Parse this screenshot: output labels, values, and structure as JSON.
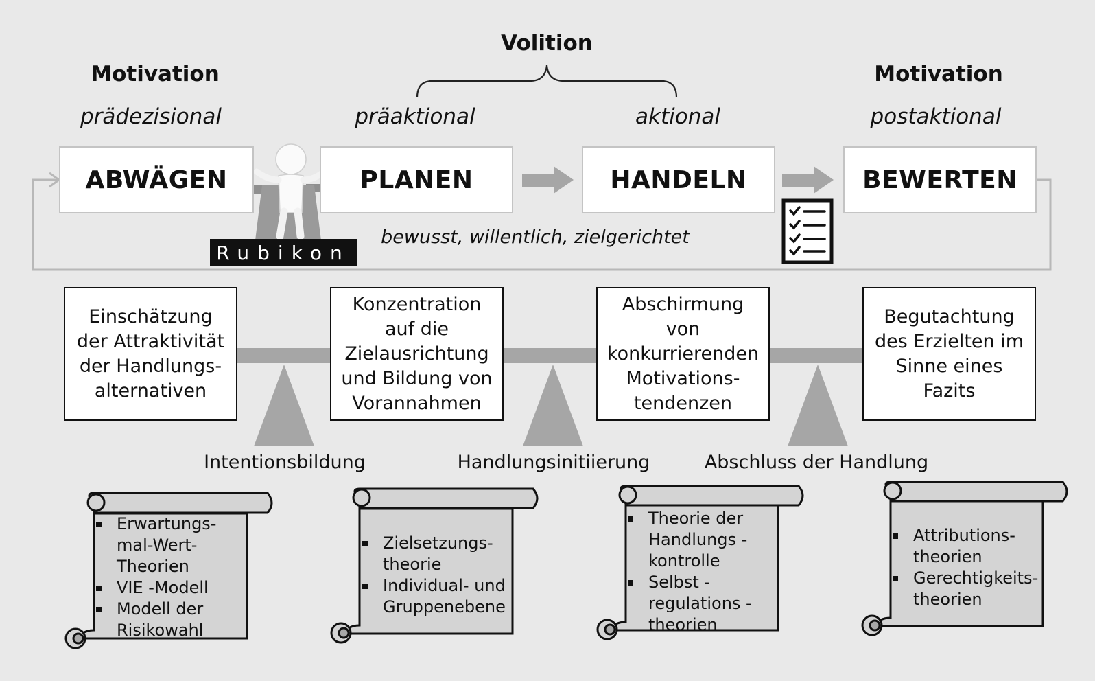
{
  "header": {
    "volition": "Volition",
    "motivation_left": "Motivation",
    "motivation_right": "Motivation",
    "phase_types": [
      "prädezisional",
      "präaktional",
      "aktional",
      "postaktional"
    ]
  },
  "phases": [
    "ABWÄGEN",
    "PLANEN",
    "HANDELN",
    "BEWERTEN"
  ],
  "rubikon_label": "Rubikon",
  "loop_caption": "bewusst, willentlich, zielgerichtet",
  "descriptions": [
    "Einschätzung\nder Attraktivität\nder Handlungs-\nalternativen",
    "Konzentration\nauf die\nZielausrichtung\nund Bildung von\nVorannahmen",
    "Abschirmung\nvon\nkonkurrierenden\nMotivations-\ntendenzen",
    "Begutachtung\ndes Erzielten im\nSinne eines\nFazits"
  ],
  "transitions": [
    "Intentionsbildung",
    "Handlungsinitiierung",
    "Abschluss der Handlung"
  ],
  "scrolls": [
    [
      "Erwartungs-\nmal-Wert-\nTheorien",
      "VIE -Modell",
      "Modell der\nRisikowahl"
    ],
    [
      "Zielsetzungs-\ntheorie",
      "Individual- und\nGruppenebene"
    ],
    [
      "Theorie der\nHandlungs -\nkontrolle",
      "Selbst -\nregulations -\ntheorien"
    ],
    [
      "Attributions-\ntheorien",
      "Gerechtigkeits-\ntheorien"
    ]
  ],
  "colors": {
    "background": "#e9e9e9",
    "beam": "#a6a6a6",
    "arrow": "#a6a6a6",
    "loop_line": "#b8b8b8",
    "scroll_fill": "#d4d4d4",
    "rubikon_bg": "#111111"
  },
  "icons": [
    "stick-figure-crossroads-icon",
    "checklist-icon",
    "arrow-right-icon",
    "scroll-icon"
  ]
}
